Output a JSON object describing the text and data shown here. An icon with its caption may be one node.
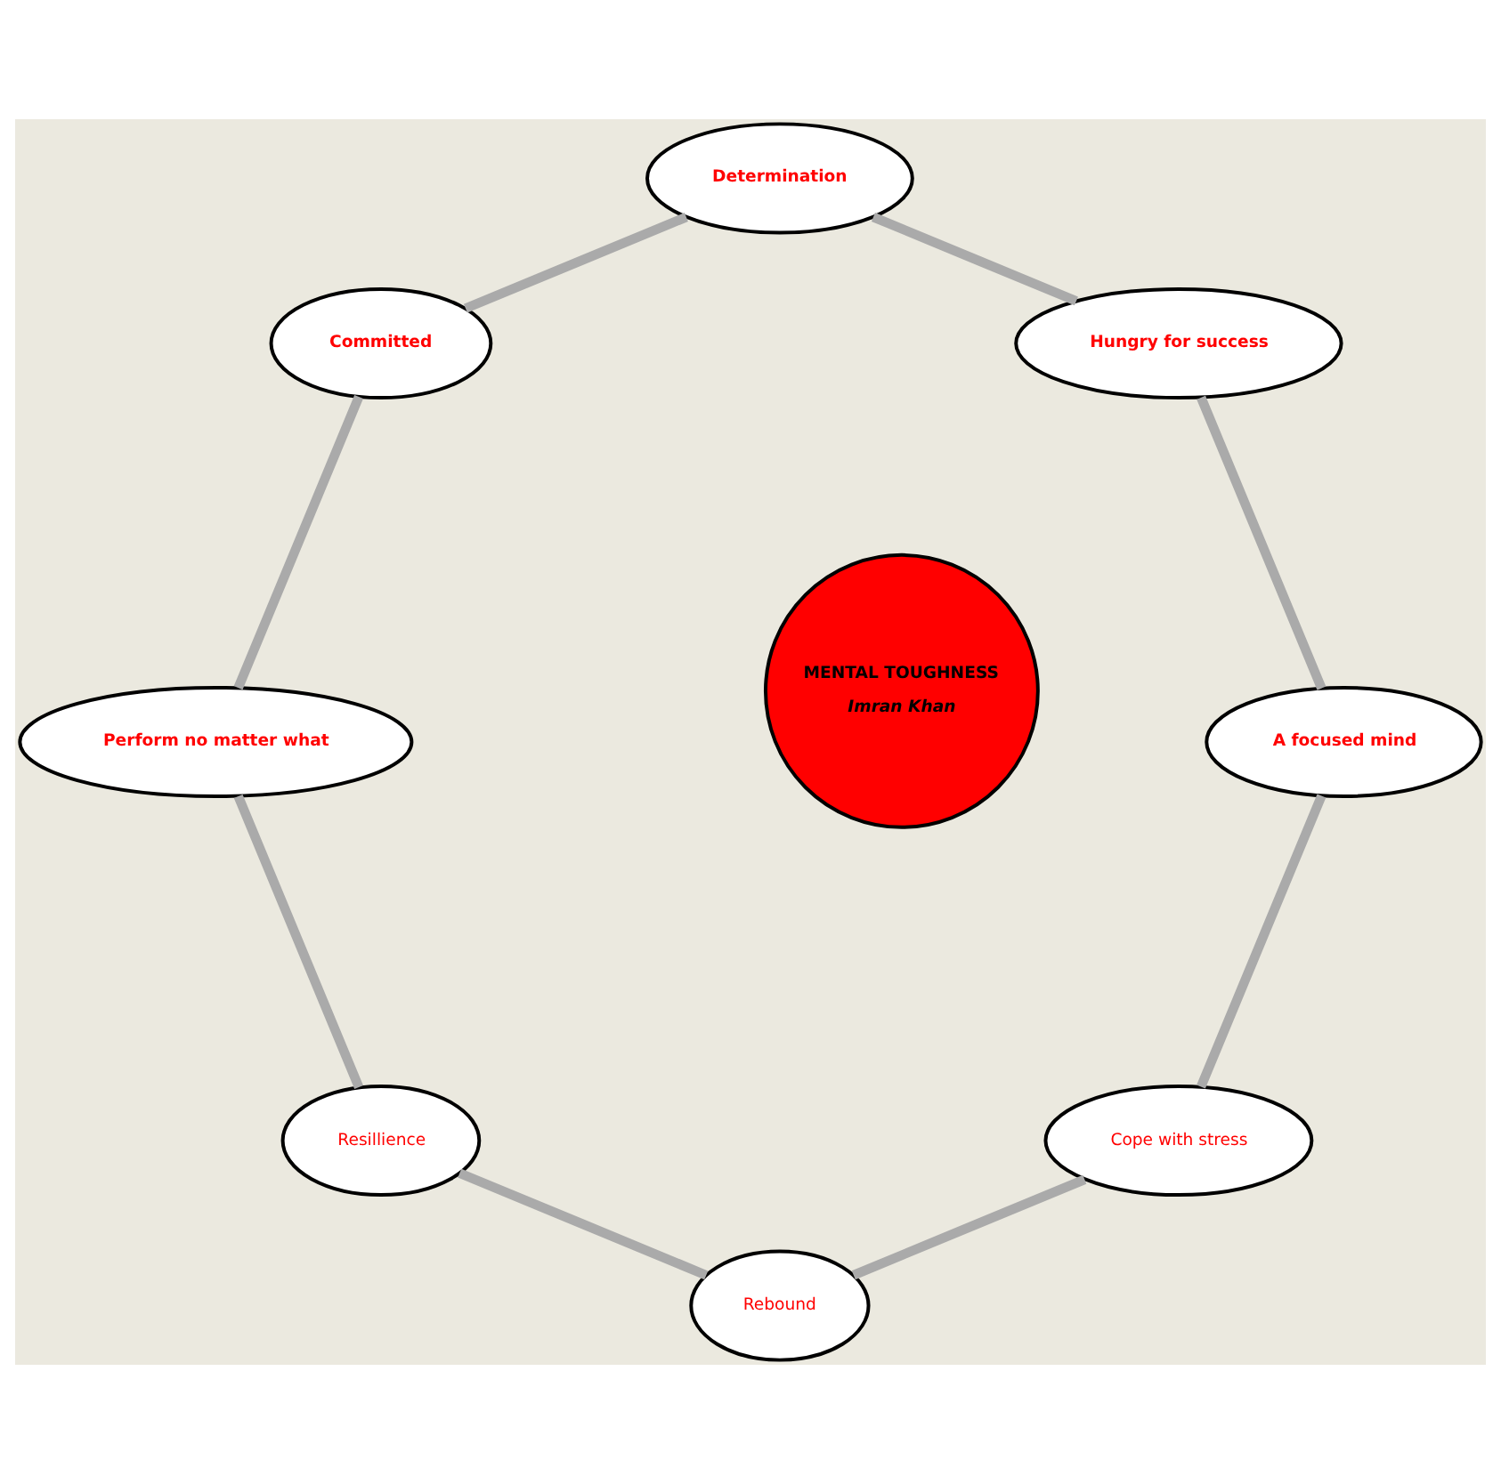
{
  "diagram": {
    "nodes": [
      {
        "text": [
          "MENTAL TOUGHNESS",
          "Imran Khan"
        ]
      },
      {
        "text": [
          "Cope with stress"
        ]
      },
      {
        "text": [
          "Rebound"
        ]
      },
      {
        "text": [
          "Resillience"
        ]
      },
      {
        "text": [
          "Perform no matter what"
        ]
      },
      {
        "text": [
          "Committed"
        ]
      },
      {
        "text": [
          "Determination"
        ]
      },
      {
        "text": [
          "Hungry for success"
        ]
      },
      {
        "text": [
          "A focused mind"
        ]
      }
    ],
    "edges": [
      {
        "from": 1,
        "to": 2,
        "arrow": "none"
      },
      {
        "from": 2,
        "to": 3,
        "arrow": "none"
      },
      {
        "from": 3,
        "to": 4,
        "arrow": "none"
      },
      {
        "from": 4,
        "to": 5,
        "arrow": "none"
      },
      {
        "from": 5,
        "to": 6,
        "arrow": "none"
      },
      {
        "from": 6,
        "to": 7,
        "arrow": "none"
      },
      {
        "from": 7,
        "to": 8,
        "arrow": "none"
      },
      {
        "from": 8,
        "to": 1,
        "arrow": "none"
      }
    ]
  }
}
